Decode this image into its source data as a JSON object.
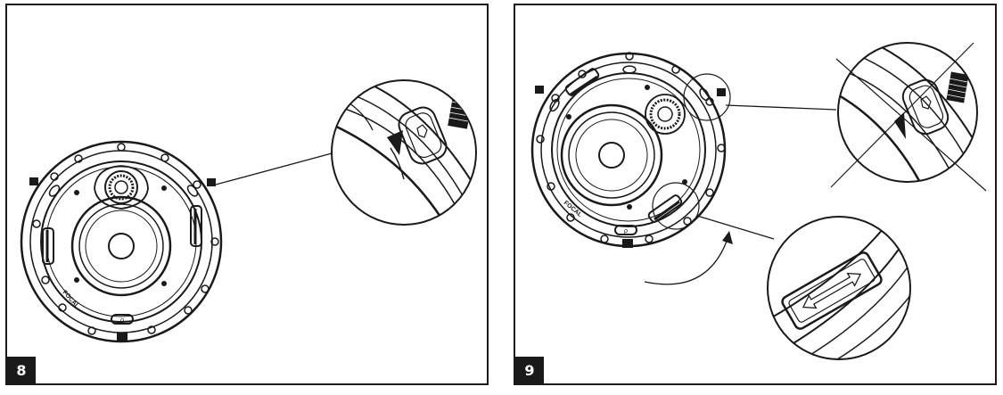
{
  "steps": [
    {
      "number": "8",
      "brand": "FOCAL"
    },
    {
      "number": "9",
      "brand": "FOCAL"
    }
  ],
  "colors": {
    "ink": "#1a1a1a",
    "background": "#ffffff"
  }
}
